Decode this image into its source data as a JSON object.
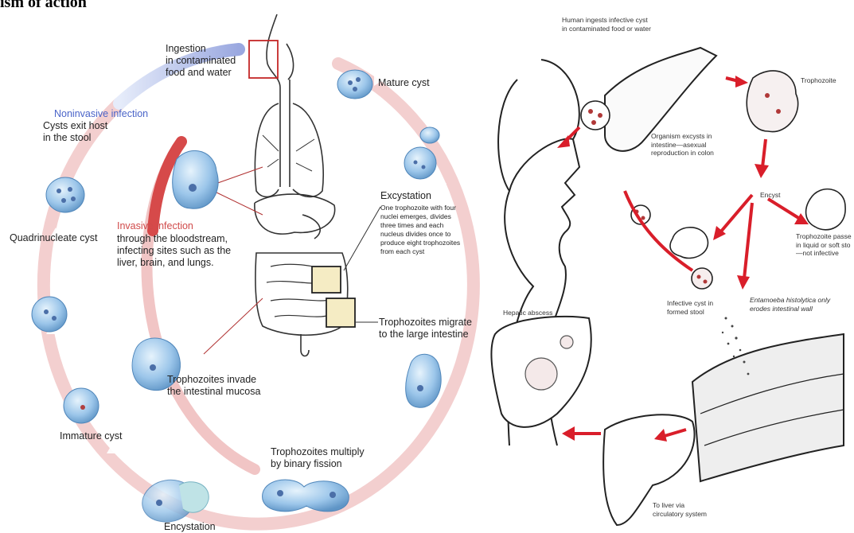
{
  "page_title": "ism of action",
  "left_diagram": {
    "ingestion": "Ingestion\nin contaminated\nfood and water",
    "mature_cyst": "Mature cyst",
    "noninvasive_title": "Noninvasive infection",
    "noninvasive_text": "Cysts exit host\nin the stool",
    "quadrinucleate_cyst": "Quadrinucleate cyst",
    "invasive_title": "Invasive infection",
    "invasive_text": "through the bloodstream,\ninfecting sites such as the\nliver, brain, and lungs.",
    "excystation_title": "Excystation",
    "excystation_text": "One trophozoite with four\nnuclei emerges, divides\nthree times and each\nnucleus divides once to\nproduce eight trophozoites\nfrom each cyst",
    "trophozoites_migrate": "Trophozoites migrate\nto the large intestine",
    "trophozoites_invade": "Trophozoites invade\nthe intestinal mucosa",
    "immature_cyst": "Immature cyst",
    "trophozoites_multiply": "Trophozoites multiply\nby binary fission",
    "encystation": "Encystation"
  },
  "right_diagram": {
    "human_ingests": "Human ingests infective cyst\nin contaminated food or water",
    "trophozoite_top": "Trophozoite",
    "organism_excysts": "Organism excysts in\nintestine—asexual\nreproduction in colon",
    "encyst": "Encyst",
    "trophozoite_passes": "Trophozoite passe\nin liquid or soft sto\n—not infective",
    "infective_cyst": "Infective cyst in\nformed stool",
    "entamoeba": "Entamoeba histolytica only\nerodes intestinal wall",
    "hepatic_abscess": "Hepatic abscess",
    "to_liver": "To liver via\ncirculatory system"
  },
  "colors": {
    "cycle_ring": "#f2c8c8",
    "invasive_arc": "#d95050",
    "noninvasive_arc": "#a9b4e6",
    "cell_fill": "#9cc6ea",
    "accent_red": "#d91e2a"
  }
}
